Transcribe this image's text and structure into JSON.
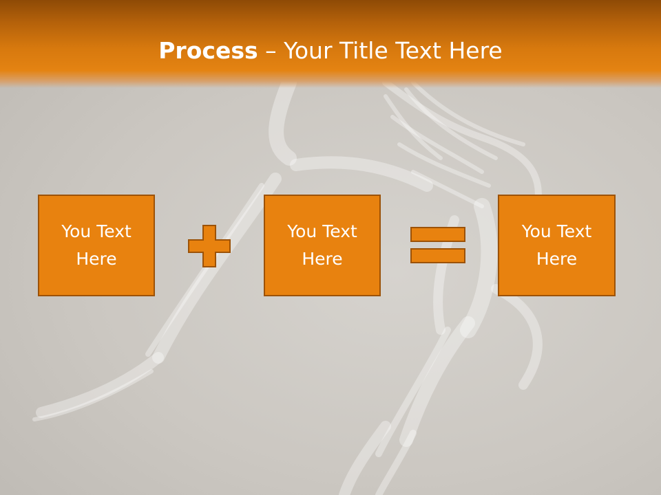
{
  "title": {
    "bold": "Process",
    "dash": " – ",
    "rest": "Your Title Text Here"
  },
  "boxes": [
    "You Text Here",
    "You Text Here",
    "You Text Here"
  ],
  "operators": {
    "first": "plus-icon",
    "second": "equals-icon"
  },
  "colors": {
    "accent": "#E8820F",
    "accent_border": "#9C5207",
    "header_top": "#8E4A06",
    "text": "#FFFFFF"
  }
}
